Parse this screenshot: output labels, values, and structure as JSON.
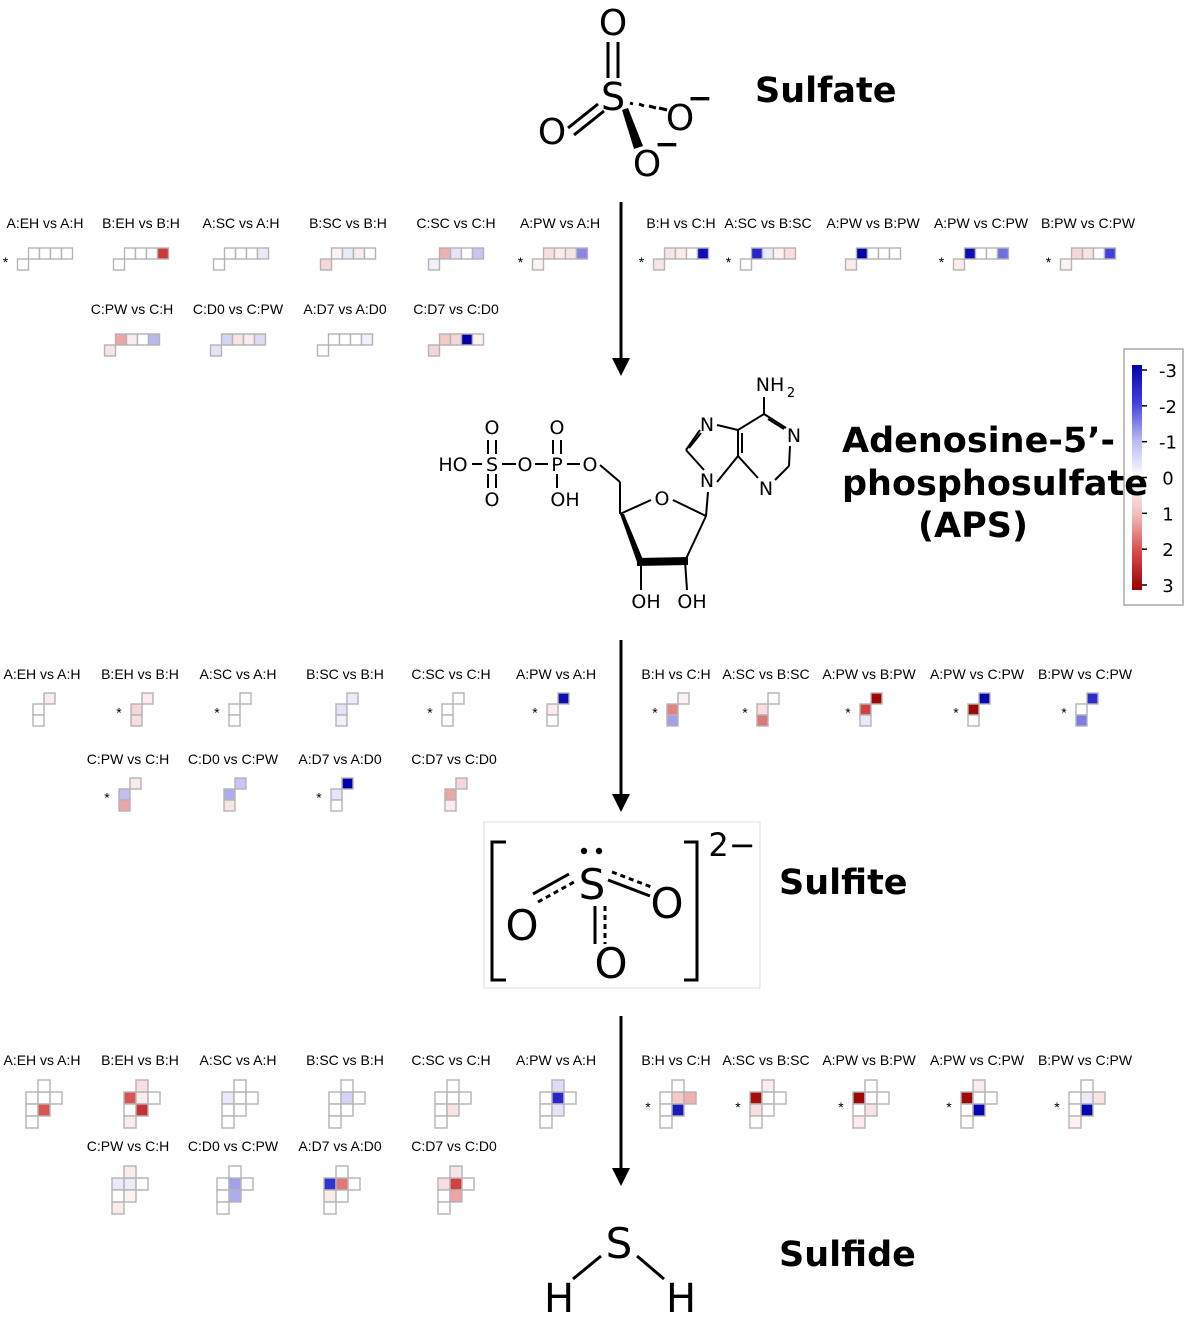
{
  "molecules": {
    "sulfate": {
      "name": "Sulfate"
    },
    "aps": {
      "name_lines": [
        "Adenosine-5’-",
        "phosphosulfate",
        "(APS)"
      ]
    },
    "sulfite": {
      "name": "Sulfite",
      "charge": "2−"
    },
    "sulfide": {
      "name": "Sulfide"
    }
  },
  "atoms": {
    "O": "O",
    "S": "S",
    "P": "P",
    "N": "N",
    "H": "H",
    "NH2": "NH",
    "sub2": "2",
    "OH": "OH",
    "HO": "HO",
    "minus": "−"
  },
  "colorbar": {
    "ticks": [
      "-3",
      "-2",
      "-1",
      "0",
      "1",
      "2",
      "3"
    ],
    "colors": [
      "#0000a8",
      "#4040e0",
      "#b8b8f0",
      "#ffffff",
      "#f0bcbc",
      "#d84848",
      "#9a0000"
    ]
  },
  "colors": {
    "arrow": "#000000",
    "grid_border": "#b4b4b4",
    "empty_cell": "#ffffff"
  },
  "heatmap_panels": [
    {
      "step": "Sulfate to APS",
      "charts": [
        {
          "label": "A:EH vs A:H",
          "marked": true,
          "shape": "row",
          "values": [
            0,
            0,
            0,
            0,
            0
          ]
        },
        {
          "label": "B:EH vs B:H",
          "marked": false,
          "shape": "row",
          "values": [
            0,
            0,
            0,
            0,
            2.2
          ]
        },
        {
          "label": "A:SC vs A:H",
          "marked": false,
          "shape": "row",
          "values": [
            0,
            0,
            0,
            0,
            -0.3
          ]
        },
        {
          "label": "B:SC vs B:H",
          "marked": false,
          "shape": "row",
          "values": [
            0.6,
            0.2,
            -0.3,
            0.3,
            0
          ]
        },
        {
          "label": "C:SC vs C:H",
          "marked": false,
          "shape": "row",
          "values": [
            -0.2,
            1.1,
            -0.4,
            0,
            -0.8
          ]
        },
        {
          "label": "A:PW vs A:H",
          "marked": true,
          "shape": "row",
          "values": [
            0.2,
            0.5,
            0.3,
            0.4,
            -1.4
          ]
        },
        {
          "label": "B:H vs C:H",
          "marked": true,
          "shape": "row",
          "values": [
            0.4,
            0.4,
            0.3,
            0,
            -2.8
          ]
        },
        {
          "label": "A:SC vs B:SC",
          "marked": true,
          "shape": "row",
          "values": [
            0,
            -2.4,
            -0.3,
            0.2,
            0.5
          ]
        },
        {
          "label": "A:PW vs B:PW",
          "marked": false,
          "shape": "row",
          "values": [
            0.3,
            -3,
            0,
            0,
            0
          ]
        },
        {
          "label": "A:PW vs C:PW",
          "marked": true,
          "shape": "row",
          "values": [
            0.3,
            -2.8,
            0,
            0,
            -1.6
          ]
        },
        {
          "label": "B:PW vs C:PW",
          "marked": true,
          "shape": "row",
          "values": [
            0.2,
            0.6,
            0.4,
            0,
            -2
          ]
        },
        {
          "label": "C:PW vs C:H",
          "marked": false,
          "shape": "row",
          "values": [
            0.4,
            1.2,
            0.3,
            0,
            -1
          ]
        },
        {
          "label": "C:D0 vs C:PW",
          "marked": false,
          "shape": "row",
          "values": [
            -0.4,
            -0.6,
            0.4,
            0.3,
            -0.5
          ]
        },
        {
          "label": "A:D7 vs A:D0",
          "marked": false,
          "shape": "row",
          "values": [
            0,
            0,
            0,
            0,
            -0.2
          ]
        },
        {
          "label": "C:D7 vs C:D0",
          "marked": false,
          "shape": "row",
          "values": [
            0.6,
            0.8,
            0.6,
            -3,
            0.2
          ]
        }
      ]
    },
    {
      "step": "APS to Sulfite",
      "charts": [
        {
          "label": "A:EH vs A:H",
          "marked": false,
          "shape": "column",
          "values": [
            0.3,
            0,
            0
          ]
        },
        {
          "label": "B:EH vs B:H",
          "marked": true,
          "shape": "column",
          "values": [
            0.3,
            0.6,
            0.5
          ]
        },
        {
          "label": "A:SC vs A:H",
          "marked": true,
          "shape": "column",
          "values": [
            0,
            0,
            0
          ]
        },
        {
          "label": "B:SC vs B:H",
          "marked": false,
          "shape": "column",
          "values": [
            -0.3,
            -0.4,
            -0.2
          ]
        },
        {
          "label": "C:SC vs C:H",
          "marked": true,
          "shape": "column",
          "values": [
            0,
            0,
            0
          ]
        },
        {
          "label": "A:PW vs A:H",
          "marked": true,
          "shape": "column",
          "values": [
            -2.8,
            0.3,
            0
          ]
        },
        {
          "label": "B:H vs C:H",
          "marked": true,
          "shape": "column",
          "values": [
            0.2,
            1.5,
            -1.2
          ]
        },
        {
          "label": "A:SC vs B:SC",
          "marked": true,
          "shape": "column",
          "values": [
            0,
            0.5,
            1.6
          ]
        },
        {
          "label": "A:PW vs B:PW",
          "marked": true,
          "shape": "column",
          "values": [
            2.9,
            2.1,
            -0.3
          ]
        },
        {
          "label": "A:PW vs C:PW",
          "marked": true,
          "shape": "column",
          "values": [
            -2.9,
            2.9,
            0
          ]
        },
        {
          "label": "B:PW vs C:PW",
          "marked": true,
          "shape": "column",
          "values": [
            -2.3,
            0,
            -1.5
          ]
        },
        {
          "label": "C:PW vs C:H",
          "marked": true,
          "shape": "column",
          "values": [
            0.3,
            -0.9,
            1.2
          ]
        },
        {
          "label": "C:D0 vs C:PW",
          "marked": false,
          "shape": "column",
          "values": [
            -0.8,
            -1.1,
            0.4
          ]
        },
        {
          "label": "A:D7 vs A:D0",
          "marked": true,
          "shape": "column",
          "values": [
            -3,
            -0.4,
            0
          ]
        },
        {
          "label": "C:D7 vs C:D0",
          "marked": false,
          "shape": "column",
          "values": [
            0.6,
            1.2,
            0.3
          ]
        }
      ]
    },
    {
      "step": "Sulfite to Sulfide",
      "charts": [
        {
          "label": "A:EH vs A:H",
          "marked": false,
          "shape": "grid",
          "values": [
            0,
            0,
            0,
            0,
            1.9,
            0,
            0
          ]
        },
        {
          "label": "B:EH vs B:H",
          "marked": false,
          "shape": "grid",
          "values": [
            1.9,
            0.3,
            0,
            0.5,
            2.3,
            0,
            0.3
          ]
        },
        {
          "label": "A:SC vs A:H",
          "marked": false,
          "shape": "grid",
          "values": [
            -0.3,
            0,
            0,
            0,
            0,
            0,
            0
          ]
        },
        {
          "label": "B:SC vs B:H",
          "marked": false,
          "shape": "grid",
          "values": [
            0,
            -0.6,
            0,
            0,
            0,
            0,
            0
          ]
        },
        {
          "label": "C:SC vs C:H",
          "marked": false,
          "shape": "grid",
          "values": [
            0,
            0,
            0,
            0,
            0.4,
            0,
            0
          ]
        },
        {
          "label": "A:PW vs A:H",
          "marked": false,
          "shape": "grid",
          "values": [
            0,
            -2.4,
            0,
            -0.5,
            -0.4,
            0,
            0
          ]
        },
        {
          "label": "B:H vs C:H",
          "marked": true,
          "shape": "grid",
          "values": [
            0,
            0.8,
            0,
            0,
            -2.6,
            1.1,
            0
          ]
        },
        {
          "label": "A:SC vs B:SC",
          "marked": true,
          "shape": "grid",
          "values": [
            2.8,
            0,
            0.5,
            0.3,
            0,
            0,
            0
          ]
        },
        {
          "label": "A:PW vs B:PW",
          "marked": true,
          "shape": "grid",
          "values": [
            2.9,
            0,
            0,
            0,
            0.4,
            0,
            0.3
          ]
        },
        {
          "label": "A:PW vs C:PW",
          "marked": true,
          "shape": "grid",
          "values": [
            2.9,
            0,
            0,
            0.3,
            -2.9,
            0,
            0
          ]
        },
        {
          "label": "B:PW vs C:PW",
          "marked": true,
          "shape": "grid",
          "values": [
            0,
            -0.3,
            0,
            0,
            -2.9,
            0.4,
            0.2
          ]
        },
        {
          "label": "C:PW vs C:H",
          "marked": false,
          "shape": "grid",
          "values": [
            -0.3,
            -0.3,
            0,
            0.3,
            0.2,
            0,
            0.3
          ]
        },
        {
          "label": "C:D0 vs C:PW",
          "marked": false,
          "shape": "grid",
          "values": [
            0,
            -1.2,
            0,
            0,
            -1.1,
            0,
            0
          ]
        },
        {
          "label": "A:D7 vs A:D0",
          "marked": false,
          "shape": "grid",
          "values": [
            -2.2,
            1.6,
            0.3,
            0,
            0,
            0,
            0
          ]
        },
        {
          "label": "C:D7 vs C:D0",
          "marked": false,
          "shape": "grid",
          "values": [
            0.5,
            2.1,
            0,
            0.4,
            1.2,
            0,
            0
          ]
        }
      ]
    }
  ]
}
